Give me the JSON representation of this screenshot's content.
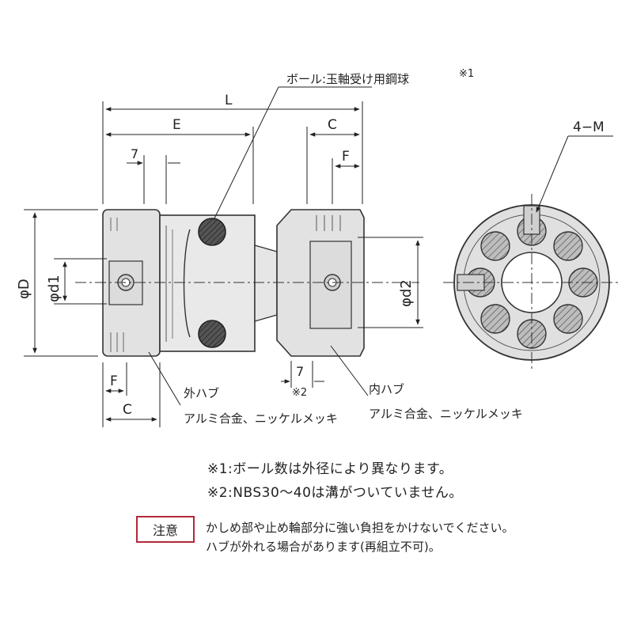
{
  "labels": {
    "ball": "ボール:玉軸受け用鋼球",
    "ball_ref": "※1",
    "dim_L": "L",
    "dim_E": "E",
    "dim_C_top": "C",
    "dim_F_top": "F",
    "dim_7_top": "7",
    "dim_D": "φD",
    "dim_d1": "φd1",
    "dim_d2": "φd2",
    "dim_F_bottom": "F",
    "dim_C_bottom": "C",
    "dim_7_bottom": "7",
    "groove_ref": "※2",
    "outer_hub": "外ハブ",
    "outer_hub_material": "アルミ合金、ニッケルメッキ",
    "inner_hub": "内ハブ",
    "inner_hub_material": "アルミ合金、ニッケルメッキ",
    "screw": "4−M"
  },
  "notes": {
    "note1": "※1:ボール数は外径により異なります。",
    "note2": "※2:NBS30〜40は溝がついていません。"
  },
  "caution": {
    "badge": "注意",
    "line1": "かしめ部や止め輪部分に強い負担をかけないでください。",
    "line2": "ハブが外れる場合があります(再組立不可)。"
  },
  "colors": {
    "caution_border": "#b3283a",
    "ball_fill": "#444444",
    "body_fill": "#e4e4e4"
  }
}
